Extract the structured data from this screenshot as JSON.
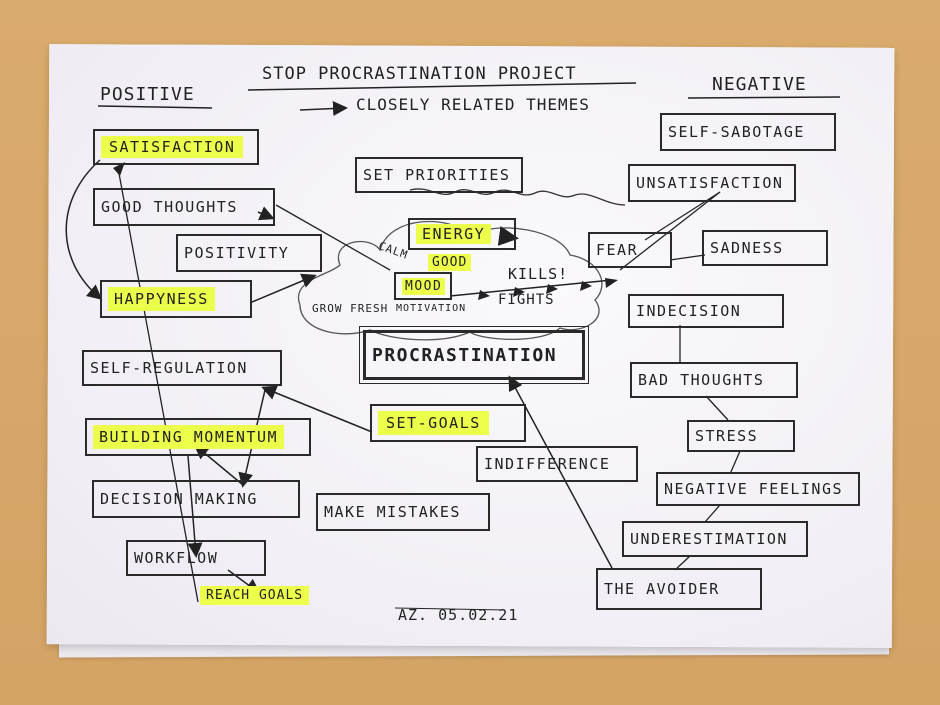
{
  "title": "STOP PROCRASTINATION PROJECT",
  "subtitle": "CLOSELY RELATED THEMES",
  "positive_heading": "POSITIVE",
  "negative_heading": "NEGATIVE",
  "signature": "AZ. 05.02.21",
  "highlight_color": "#ecff4a",
  "center": {
    "procrastination": "PROCRASTINATION",
    "set_priorities": "SET PRIORITIES",
    "energy": "ENERGY",
    "calm": "CALM",
    "good": "GOOD",
    "mood": "MOOD",
    "grow_fresh": "GROW FRESH",
    "motivation": "MOTIVATION",
    "kills": "KILLS!",
    "fights": "FIGHTS",
    "set_goals": "SET-GOALS",
    "indifference": "INDIFFERENCE",
    "make_mistakes": "MAKE MISTAKES"
  },
  "positive": {
    "satisfaction": "SATISFACTION",
    "good_thoughts": "GOOD THOUGHTS",
    "positivity": "POSITIVITY",
    "happyness": "HAPPYNESS",
    "self_regulation": "SELF-REGULATION",
    "building_momentum": "BUILDING MOMENTUM",
    "decision_making": "DECISION MAKING",
    "workflow": "WORKFLOW",
    "reach_goals": "REACH GOALS"
  },
  "negative": {
    "self_sabotage": "SELF-SABOTAGE",
    "unsatisfaction": "UNSATISFACTION",
    "fear": "FEAR",
    "sadness": "SADNESS",
    "indecision": "INDECISION",
    "bad_thoughts": "BAD THOUGHTS",
    "stress": "STRESS",
    "negative_feelings": "NEGATIVE FEELINGS",
    "underestimation": "UNDERESTIMATION",
    "the_avoider": "THE AVOIDER"
  }
}
